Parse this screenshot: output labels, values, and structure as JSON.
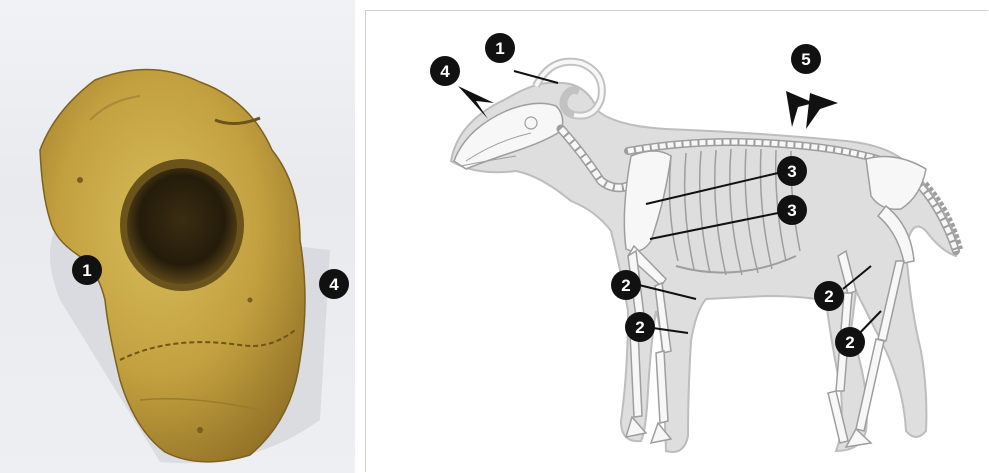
{
  "colors": {
    "photo_background": "#eceef1",
    "bone_main": "#c9a642",
    "bone_shadow": "#8c6d22",
    "socket_dark": "#2b2210",
    "silhouette_fill": "#dedede",
    "silhouette_stroke": "#bdbdbd",
    "skeleton_fill": "#f7f7f7",
    "skeleton_stroke": "#9e9e9e",
    "marker": "#111111",
    "marker_text": "#ffffff"
  },
  "photo": {
    "markers": [
      {
        "label": "1"
      },
      {
        "label": "4"
      }
    ]
  },
  "diagram": {
    "markers": [
      {
        "label": "1"
      },
      {
        "label": "4"
      },
      {
        "label": "5"
      },
      {
        "label": "3"
      },
      {
        "label": "3"
      },
      {
        "label": "2"
      },
      {
        "label": "2"
      },
      {
        "label": "2"
      },
      {
        "label": "2"
      }
    ],
    "icons": [
      "arrowhead-icon",
      "double-arrowhead-icon"
    ]
  }
}
